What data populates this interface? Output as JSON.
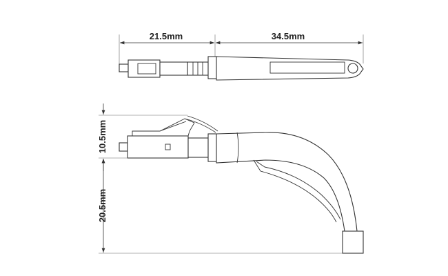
{
  "dimensions": {
    "top_left_length": "21.5mm",
    "top_right_length": "34.5mm",
    "side_upper_height": "10.5mm",
    "side_lower_height": "20.5mm"
  },
  "colors": {
    "line": "#333333",
    "background": "#ffffff"
  }
}
